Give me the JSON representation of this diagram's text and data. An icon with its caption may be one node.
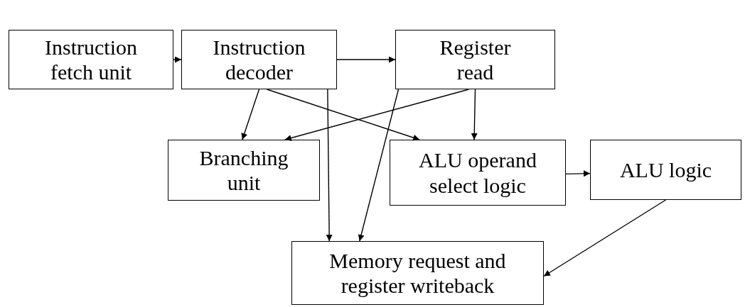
{
  "diagram": {
    "nodes": [
      {
        "text": [
          "Instruction fetch unit"
        ]
      },
      {
        "text": [
          "Instruction decoder"
        ]
      },
      {
        "text": [
          "Register read"
        ]
      },
      {
        "text": [
          "Branching unit"
        ]
      },
      {
        "text": [
          "ALU operand select logic"
        ]
      },
      {
        "text": [
          "ALU logic"
        ]
      },
      {
        "text": [
          "Memory request and register writeback"
        ]
      }
    ],
    "edges": [
      {
        "from": 0,
        "to": 1,
        "arrow": "to"
      },
      {
        "from": 1,
        "to": 2,
        "arrow": "to"
      },
      {
        "from": 1,
        "to": 3,
        "arrow": "to"
      },
      {
        "from": 1,
        "to": 4,
        "arrow": "to"
      },
      {
        "from": 1,
        "to": 6,
        "arrow": "to"
      },
      {
        "from": 2,
        "to": 3,
        "arrow": "to"
      },
      {
        "from": 2,
        "to": 4,
        "arrow": "to"
      },
      {
        "from": 2,
        "to": 6,
        "arrow": "to"
      },
      {
        "from": 4,
        "to": 5,
        "arrow": "to"
      },
      {
        "from": 5,
        "to": 6,
        "arrow": "to"
      }
    ]
  }
}
